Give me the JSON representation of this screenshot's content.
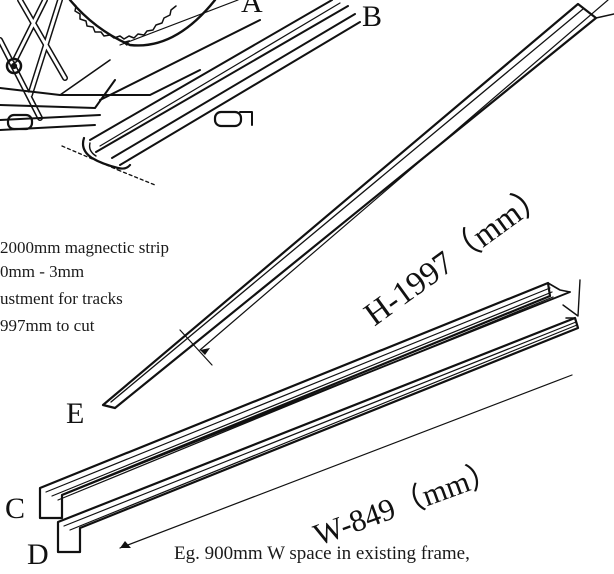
{
  "labels": {
    "a": "A",
    "b": "B",
    "c": "C",
    "d": "D",
    "e": "E"
  },
  "notes": [
    "2000mm magnectic strip",
    "0mm - 3mm",
    "ustment for tracks",
    "997mm to cut"
  ],
  "dimensions": {
    "height": "H-1997（mm）",
    "width": "W-849（mm）"
  },
  "caption": "Eg. 900mm W space in existing frame,"
}
